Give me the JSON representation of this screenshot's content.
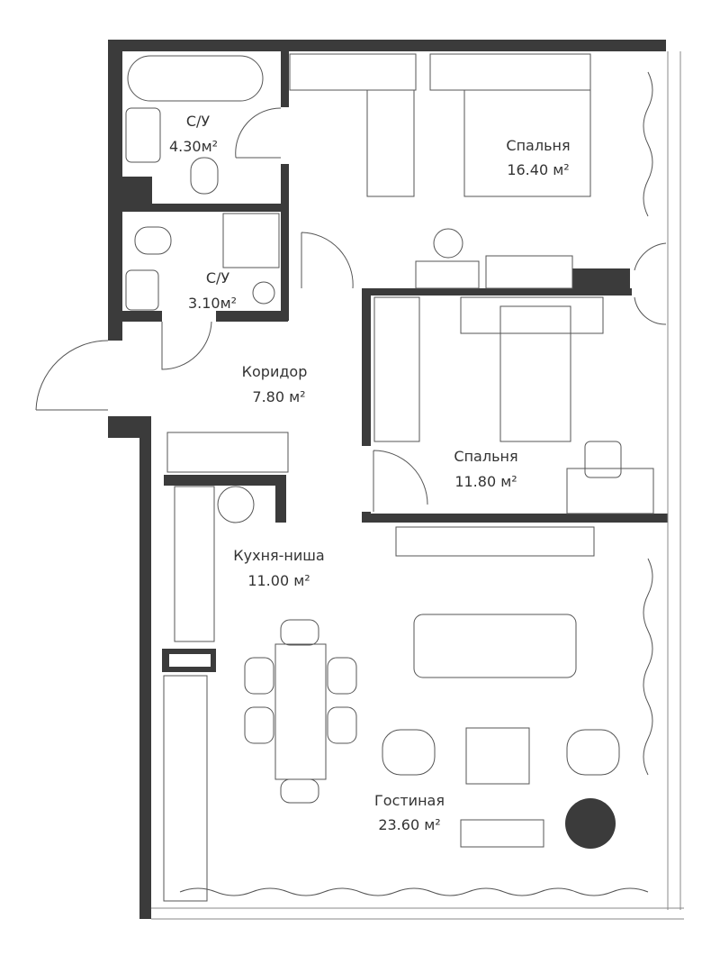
{
  "rooms": [
    {
      "name": "С/У",
      "area": "4.30м²"
    },
    {
      "name": "Спальня",
      "area": "16.40 м²"
    },
    {
      "name": "С/У",
      "area": "3.10м²"
    },
    {
      "name": "Коридор",
      "area": "7.80 м²"
    },
    {
      "name": "Спальня",
      "area": "11.80 м²"
    },
    {
      "name": "Кухня-ниша",
      "area": "11.00 м²"
    },
    {
      "name": "Гостиная",
      "area": "23.60 м²"
    }
  ],
  "colors": {
    "wall": "#3b3b3b",
    "line": "#555555"
  }
}
